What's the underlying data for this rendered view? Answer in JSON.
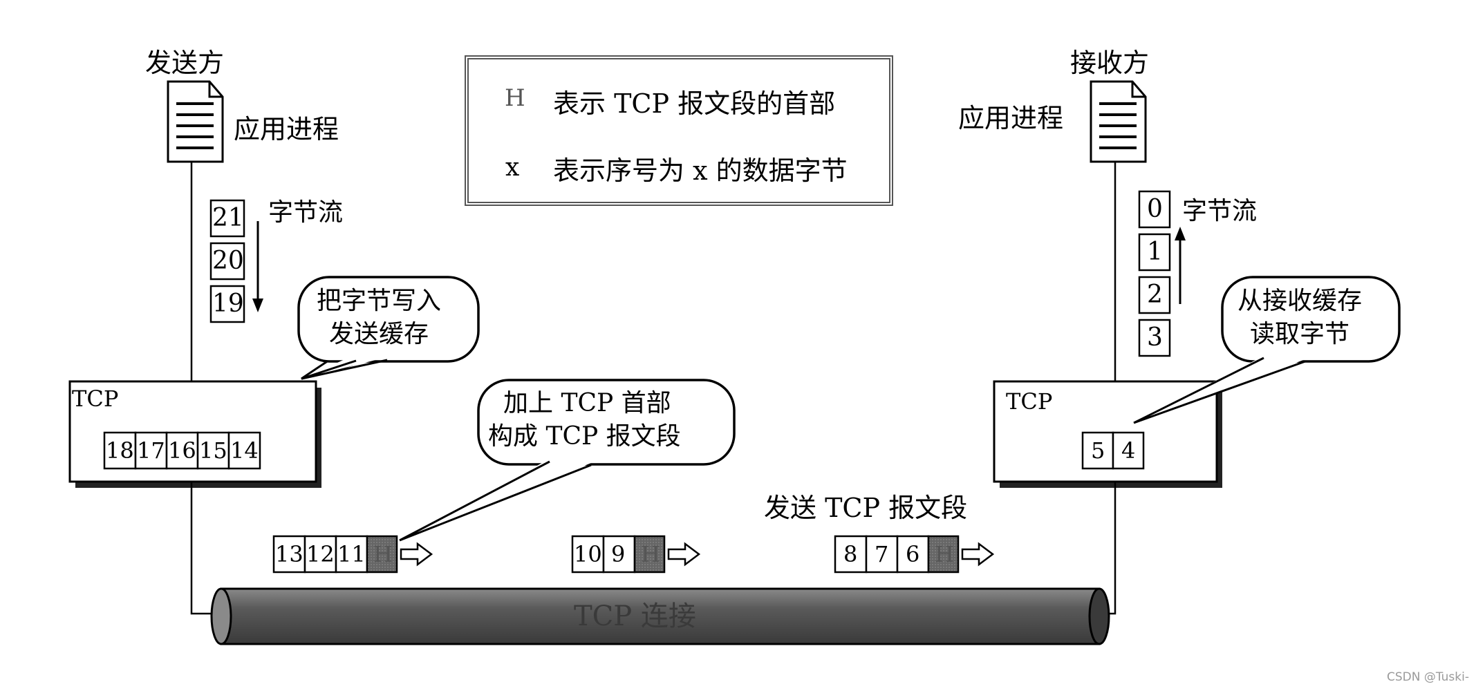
{
  "colors": {
    "header_fill": "#6b6b6b",
    "tube_fill": "#555555",
    "line": "#000000"
  },
  "sender": {
    "title": "发送方",
    "app_label": "应用进程",
    "stream_label": "字节流",
    "stream_bytes": [
      "21",
      "20",
      "19"
    ],
    "callout": [
      "把字节写入",
      "发送缓存"
    ],
    "tcp_label": "TCP",
    "buffer_bytes": [
      "18",
      "17",
      "16",
      "15",
      "14"
    ]
  },
  "receiver": {
    "title": "接收方",
    "app_label": "应用进程",
    "stream_label": "字节流",
    "stream_bytes": [
      "0",
      "1",
      "2",
      "3"
    ],
    "callout": [
      "从接收缓存",
      "读取字节"
    ],
    "tcp_label": "TCP",
    "buffer_bytes": [
      "5",
      "4"
    ]
  },
  "legend": {
    "header_symbol": "H",
    "header_text": "表示 TCP 报文段的首部",
    "byte_symbol": "x",
    "byte_text": "表示序号为 x 的数据字节"
  },
  "segment_callout": [
    "加上 TCP 首部",
    "构成 TCP 报文段"
  ],
  "send_label": "发送 TCP 报文段",
  "segments": [
    {
      "bytes": [
        "13",
        "12",
        "11"
      ],
      "header": "H"
    },
    {
      "bytes": [
        "10",
        "9"
      ],
      "header": "H"
    },
    {
      "bytes": [
        "8",
        "7",
        "6"
      ],
      "header": "H"
    }
  ],
  "connection_label": "TCP 连接",
  "watermark": "CSDN @Tuski-"
}
